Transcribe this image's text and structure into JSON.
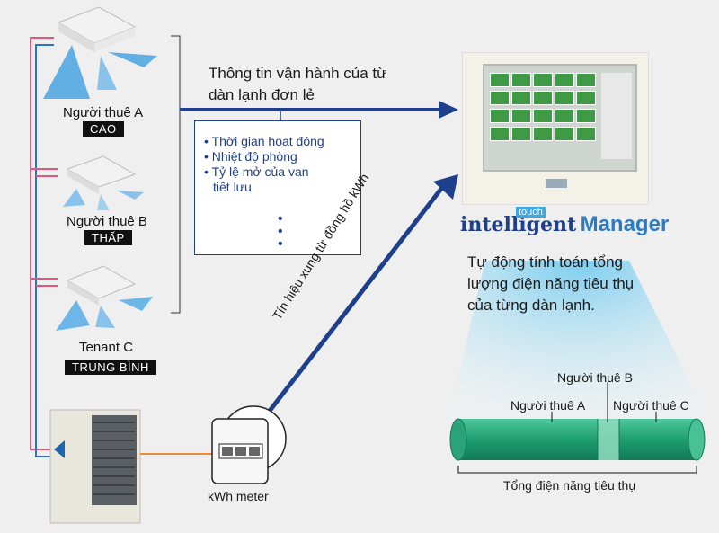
{
  "flow": {
    "label_line1": "Thông tin vận hành của từ",
    "label_line2": "dàn lạnh đơn lẻ",
    "info_items": [
      "Thời gian hoạt động",
      "Nhiệt độ phòng",
      "Tỷ lệ mở của van",
      "tiết lưu"
    ],
    "pulse_label": "Tín hiệu xung từ đồng hồ kWh"
  },
  "tenants": [
    {
      "name": "Người thuê A",
      "level": "CAO"
    },
    {
      "name": "Người thuê B",
      "level": "THẤP"
    },
    {
      "name": "Tenant C",
      "level": "TRUNG BÌNH"
    }
  ],
  "meter_label": "kWh meter",
  "product": {
    "brand_part1": "intelligent",
    "brand_part2": "touch",
    "brand_part3": "Manager",
    "description_line1": "Tự động tính toán tổng",
    "description_line2": "lượng điện năng tiêu thụ",
    "description_line3": "của từng dàn lạnh."
  },
  "consumption_bar": {
    "labels": {
      "a": "Người thuê A",
      "b": "Người thuê B",
      "c": "Người thuê C"
    },
    "total_label": "Tổng điện năng tiêu thụ",
    "colors": {
      "a": "#1e9e72",
      "b": "#7fd1b5",
      "c": "#2cae82"
    }
  },
  "colors": {
    "arrow": "#1e3f8c",
    "pipe_red": "#e8557e",
    "pipe_blue": "#2f6fcf",
    "wire": "#f08a3c"
  }
}
